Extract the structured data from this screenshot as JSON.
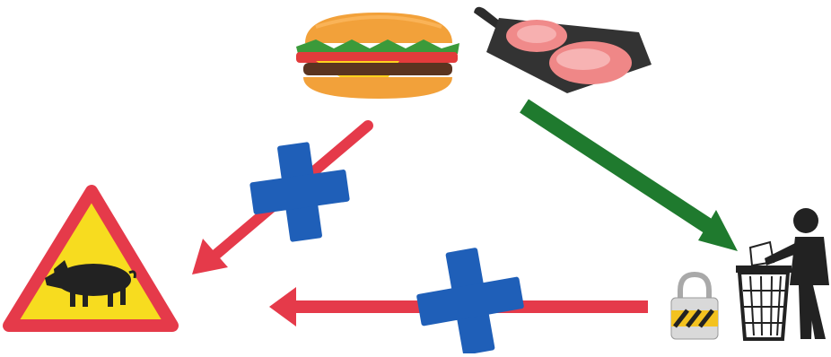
{
  "diagram": {
    "nodes": [
      {
        "id": "burger",
        "icon": "burger-icon"
      },
      {
        "id": "raw-meat",
        "icon": "raw-meat-on-board-icon"
      },
      {
        "id": "wild-boar-warning",
        "icon": "wild-boar-warning-sign-icon"
      },
      {
        "id": "locked-trash-bin",
        "icon": "locked-trash-bin-icon"
      }
    ],
    "edges": [
      {
        "from": "raw-meat",
        "to": "locked-trash-bin",
        "color": "#1f7a2e",
        "allowed": true
      },
      {
        "from": "burger",
        "to": "wild-boar-warning",
        "color": "#e53a4a",
        "allowed": false,
        "marker": "blue-cross-icon"
      },
      {
        "from": "locked-trash-bin",
        "to": "wild-boar-warning",
        "color": "#e53a4a",
        "allowed": false,
        "marker": "blue-cross-icon"
      }
    ],
    "colors": {
      "allowed_arrow": "#1f7a2e",
      "forbidden_arrow": "#e53a4a",
      "cross": "#1f5fb8",
      "warning_fill": "#f7dc1f",
      "warning_border": "#e53a4a"
    }
  }
}
